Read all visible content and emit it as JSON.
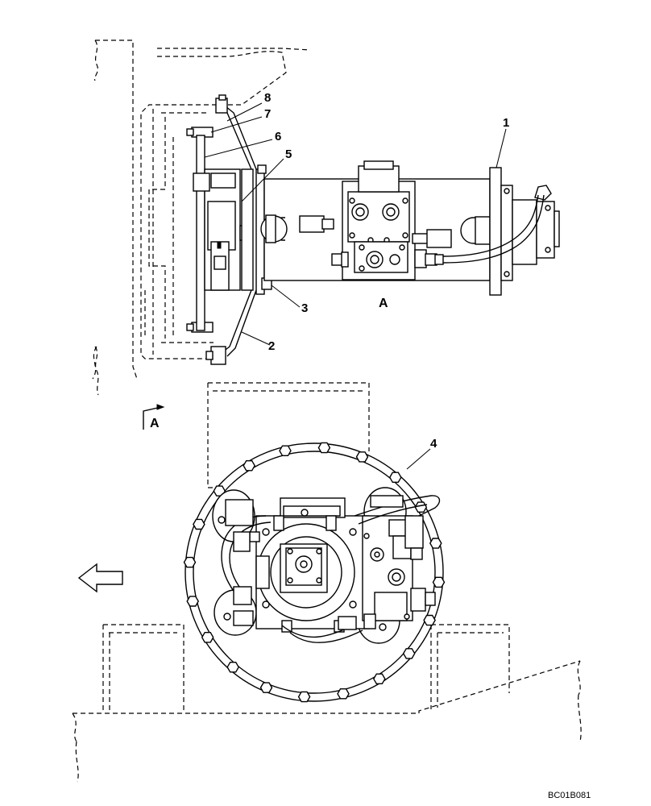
{
  "callouts": {
    "c1": "1",
    "c2": "2",
    "c3": "3",
    "c4": "4",
    "c5": "5",
    "c6": "6",
    "c7": "7",
    "c8": "8"
  },
  "view_label": "A",
  "view_arrow_label": "A",
  "drawing_code": "BC01B081",
  "icons": {
    "direction_arrow": "left-arrow-icon"
  }
}
